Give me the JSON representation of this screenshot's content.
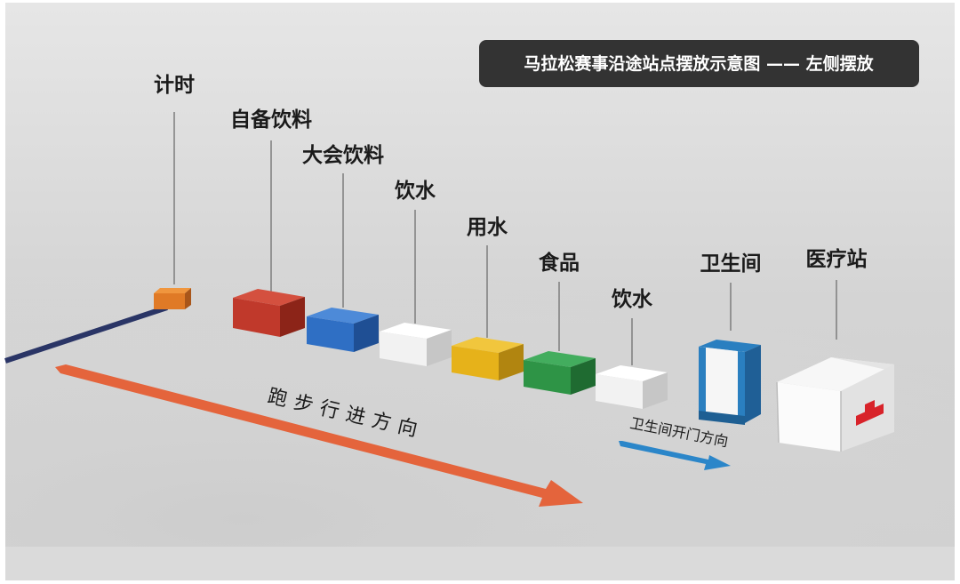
{
  "title": "马拉松赛事沿途站点摆放示意图 —— 左侧摆放",
  "stations": [
    {
      "label": "计时",
      "color": "#e07a26"
    },
    {
      "label": "自备饮料",
      "color": "#c0392b"
    },
    {
      "label": "大会饮料",
      "color": "#2f6fc4"
    },
    {
      "label": "饮水",
      "color": "#f2f2f2"
    },
    {
      "label": "用水",
      "color": "#e6b21a"
    },
    {
      "label": "食品",
      "color": "#2e9446"
    },
    {
      "label": "饮水",
      "color": "#f2f2f2"
    },
    {
      "label": "卫生间",
      "color": "#2a7fc0"
    },
    {
      "label": "医疗站",
      "color": "#f4f4f4"
    }
  ],
  "running_direction": "跑步行进方向",
  "toilet_door_direction": "卫生间开门方向",
  "colors": {
    "background": "#d6d6d6",
    "running_arrow": "#e4643c",
    "door_arrow": "#2b86c9",
    "course_line": "#2a3566",
    "medical_cross": "#d8232a",
    "title_box": "#333333"
  }
}
